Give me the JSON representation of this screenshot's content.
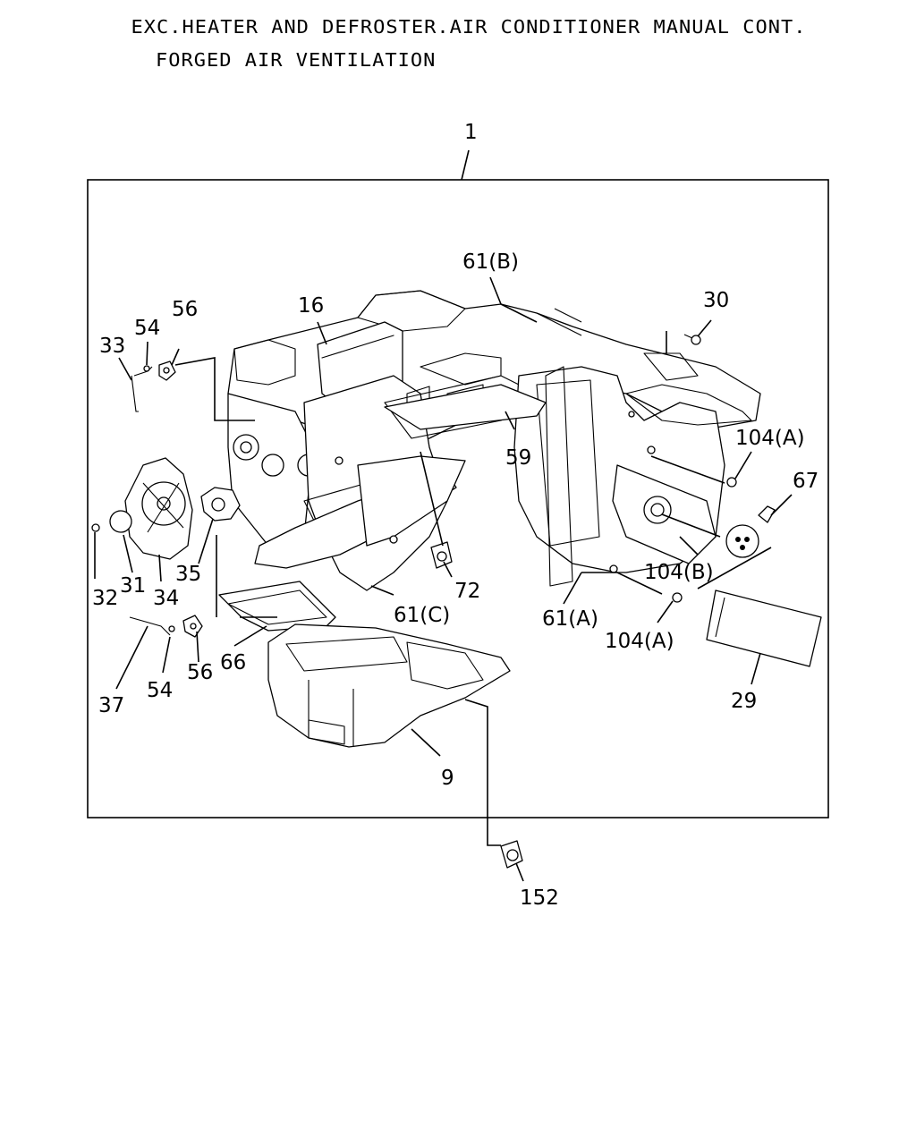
{
  "header": {
    "line1": "EXC.HEATER AND DEFROSTER.AIR CONDITIONER MANUAL CONT.",
    "line2": "FORGED AIR VENTILATION"
  },
  "callouts": {
    "c1": "1",
    "c61b": "61(B)",
    "c30": "30",
    "c16": "16",
    "c56a": "56",
    "c54a": "54",
    "c33": "33",
    "c104a1": "104(A)",
    "c67": "67",
    "c59": "59",
    "c104b": "104(B)",
    "c35": "35",
    "c32": "32",
    "c31": "31",
    "c34": "34",
    "c72": "72",
    "c61c": "61(C)",
    "c61a": "61(A)",
    "c104a2": "104(A)",
    "c29": "29",
    "c56b": "56",
    "c66": "66",
    "c54b": "54",
    "c37": "37",
    "c9": "9",
    "c152": "152"
  }
}
